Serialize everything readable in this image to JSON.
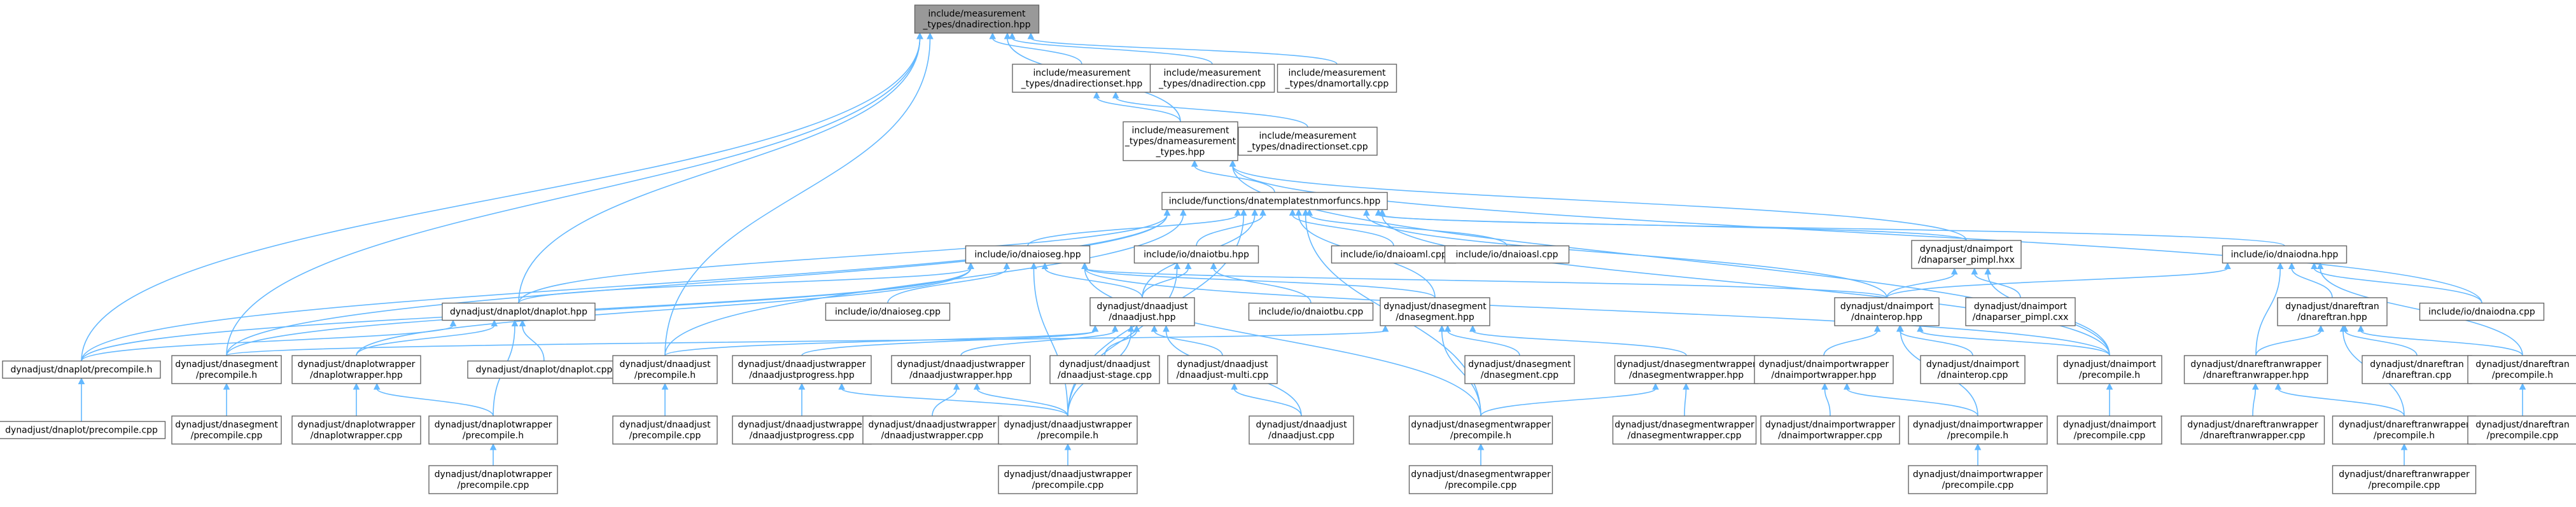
{
  "graph": {
    "colors": {
      "edge": "#63b8ff",
      "root_fill": "#999999",
      "node_fill": "#ffffff",
      "node_border": "#666666"
    },
    "nodes": [
      {
        "id": "root",
        "lines": [
          "include/measurement",
          "_types/dnadirection.hpp"
        ],
        "root": true
      },
      {
        "id": "dirset_hpp",
        "lines": [
          "include/measurement",
          "_types/dnadirectionset.hpp"
        ]
      },
      {
        "id": "dir_cpp",
        "lines": [
          "include/measurement",
          "_types/dnadirection.cpp"
        ]
      },
      {
        "id": "mortally_cpp",
        "lines": [
          "include/measurement",
          "_types/dnamortally.cpp"
        ]
      },
      {
        "id": "meas_types_hpp",
        "lines": [
          "include/measurement",
          "_types/dnameasurement",
          "_types.hpp"
        ]
      },
      {
        "id": "dirset_cpp",
        "lines": [
          "include/measurement",
          "_types/dnadirectionset.cpp"
        ]
      },
      {
        "id": "templates_hpp",
        "lines": [
          "include/functions/dnatemplatestnmorfuncs.hpp"
        ]
      },
      {
        "id": "ioseg_hpp",
        "lines": [
          "include/io/dnaioseg.hpp"
        ]
      },
      {
        "id": "iotbu_hpp",
        "lines": [
          "include/io/dnaiotbu.hpp"
        ]
      },
      {
        "id": "ioaml_cpp",
        "lines": [
          "include/io/dnaioaml.cpp"
        ]
      },
      {
        "id": "ioasl_cpp",
        "lines": [
          "include/io/dnaioasl.cpp"
        ]
      },
      {
        "id": "parser_hxx",
        "lines": [
          "dynadjust/dnaimport",
          "/dnaparser_pimpl.hxx"
        ]
      },
      {
        "id": "ioadna_hpp",
        "lines": [
          "include/io/dnaiodna.hpp"
        ]
      },
      {
        "id": "ioseg_cpp",
        "lines": [
          "include/io/dnaioseg.cpp"
        ]
      },
      {
        "id": "iotbu_cpp",
        "lines": [
          "include/io/dnaiotbu.cpp"
        ]
      },
      {
        "id": "adjust_hpp",
        "lines": [
          "dynadjust/dnaadjust",
          "/dnaadjust.hpp"
        ]
      },
      {
        "id": "segment_hpp",
        "lines": [
          "dynadjust/dnasegment",
          "/dnasegment.hpp"
        ]
      },
      {
        "id": "interop_hpp",
        "lines": [
          "dynadjust/dnaimport",
          "/dnainterop.hpp"
        ]
      },
      {
        "id": "parser_cxx",
        "lines": [
          "dynadjust/dnaimport",
          "/dnaparser_pimpl.cxx"
        ]
      },
      {
        "id": "reftran_hpp",
        "lines": [
          "dynadjust/dnareftran",
          "/dnareftran.hpp"
        ]
      },
      {
        "id": "iodna_cpp",
        "lines": [
          "include/io/dnaiodna.cpp"
        ]
      },
      {
        "id": "plot_hpp",
        "lines": [
          "dynadjust/dnaplot/dnaplot.hpp"
        ]
      },
      {
        "id": "plot_pch_h",
        "lines": [
          "dynadjust/dnaplot/precompile.h"
        ]
      },
      {
        "id": "segment_pch_h",
        "lines": [
          "dynadjust/dnasegment",
          "/precompile.h"
        ]
      },
      {
        "id": "plotwrap_hpp",
        "lines": [
          "dynadjust/dnaplotwrapper",
          "/dnaplotwrapper.hpp"
        ]
      },
      {
        "id": "plot_cpp",
        "lines": [
          "dynadjust/dnaplot/dnaplot.cpp"
        ]
      },
      {
        "id": "adjust_pch_h",
        "lines": [
          "dynadjust/dnaadjust",
          "/precompile.h"
        ]
      },
      {
        "id": "adjwrap_prog_hpp",
        "lines": [
          "dynadjust/dnaadjustwrapper",
          "/dnaadjustprogress.hpp"
        ]
      },
      {
        "id": "adjwrap_hpp",
        "lines": [
          "dynadjust/dnaadjustwrapper",
          "/dnaadjustwrapper.hpp"
        ]
      },
      {
        "id": "adjust_stage_cpp",
        "lines": [
          "dynadjust/dnaadjust",
          "/dnaadjust-stage.cpp"
        ]
      },
      {
        "id": "adjust_multi_cpp",
        "lines": [
          "dynadjust/dnaadjust",
          "/dnaadjust-multi.cpp"
        ]
      },
      {
        "id": "segment_cpp",
        "lines": [
          "dynadjust/dnasegment",
          "/dnasegment.cpp"
        ]
      },
      {
        "id": "segwrap_hpp",
        "lines": [
          "dynadjust/dnasegmentwrapper",
          "/dnasegmentwrapper.hpp"
        ]
      },
      {
        "id": "impwrap_hpp",
        "lines": [
          "dynadjust/dnaimportwrapper",
          "/dnaimportwrapper.hpp"
        ]
      },
      {
        "id": "interop_cpp",
        "lines": [
          "dynadjust/dnaimport",
          "/dnainterop.cpp"
        ]
      },
      {
        "id": "import_pch_h",
        "lines": [
          "dynadjust/dnaimport",
          "/precompile.h"
        ]
      },
      {
        "id": "refwrap_hpp",
        "lines": [
          "dynadjust/dnareftranwrapper",
          "/dnareftranwrapper.hpp"
        ]
      },
      {
        "id": "reftran_cpp",
        "lines": [
          "dynadjust/dnareftran",
          "/dnareftran.cpp"
        ]
      },
      {
        "id": "reftran_pch_h",
        "lines": [
          "dynadjust/dnareftran",
          "/precompile.h"
        ]
      },
      {
        "id": "plot_pch_cpp",
        "lines": [
          "dynadjust/dnaplot/precompile.cpp"
        ]
      },
      {
        "id": "segment_pch_cpp",
        "lines": [
          "dynadjust/dnasegment",
          "/precompile.cpp"
        ]
      },
      {
        "id": "plotwrap_cpp",
        "lines": [
          "dynadjust/dnaplotwrapper",
          "/dnaplotwrapper.cpp"
        ]
      },
      {
        "id": "plotwrap_pch_h",
        "lines": [
          "dynadjust/dnaplotwrapper",
          "/precompile.h"
        ]
      },
      {
        "id": "adjust_pch_cpp",
        "lines": [
          "dynadjust/dnaadjust",
          "/precompile.cpp"
        ]
      },
      {
        "id": "adjwrap_prog_cpp",
        "lines": [
          "dynadjust/dnaadjustwrapper",
          "/dnaadjustprogress.cpp"
        ]
      },
      {
        "id": "adjwrap_cpp",
        "lines": [
          "dynadjust/dnaadjustwrapper",
          "/dnaadjustwrapper.cpp"
        ]
      },
      {
        "id": "adjwrap_pch_h",
        "lines": [
          "dynadjust/dnaadjustwrapper",
          "/precompile.h"
        ]
      },
      {
        "id": "adjust_cpp",
        "lines": [
          "dynadjust/dnaadjust",
          "/dnaadjust.cpp"
        ]
      },
      {
        "id": "segwrap_pch_h",
        "lines": [
          "dynadjust/dnasegmentwrapper",
          "/precompile.h"
        ]
      },
      {
        "id": "segwrap_cpp",
        "lines": [
          "dynadjust/dnasegmentwrapper",
          "/dnasegmentwrapper.cpp"
        ]
      },
      {
        "id": "impwrap_cpp",
        "lines": [
          "dynadjust/dnaimportwrapper",
          "/dnaimportwrapper.cpp"
        ]
      },
      {
        "id": "impwrap_pch_h",
        "lines": [
          "dynadjust/dnaimportwrapper",
          "/precompile.h"
        ]
      },
      {
        "id": "import_pch_cpp",
        "lines": [
          "dynadjust/dnaimport",
          "/precompile.cpp"
        ]
      },
      {
        "id": "refwrap_cpp",
        "lines": [
          "dynadjust/dnareftranwrapper",
          "/dnareftranwrapper.cpp"
        ]
      },
      {
        "id": "refwrap_pch_h",
        "lines": [
          "dynadjust/dnareftranwrapper",
          "/precompile.h"
        ]
      },
      {
        "id": "reftran_pch_cpp",
        "lines": [
          "dynadjust/dnareftran",
          "/precompile.cpp"
        ]
      },
      {
        "id": "plotwrap_pch_cpp",
        "lines": [
          "dynadjust/dnaplotwrapper",
          "/precompile.cpp"
        ]
      },
      {
        "id": "adjwrap_pch_cpp",
        "lines": [
          "dynadjust/dnaadjustwrapper",
          "/precompile.cpp"
        ]
      },
      {
        "id": "segwrap_pch_cpp",
        "lines": [
          "dynadjust/dnasegmentwrapper",
          "/precompile.cpp"
        ]
      },
      {
        "id": "impwrap_pch_cpp",
        "lines": [
          "dynadjust/dnaimportwrapper",
          "/precompile.cpp"
        ]
      },
      {
        "id": "refwrap_pch_cpp",
        "lines": [
          "dynadjust/dnareftranwrapper",
          "/precompile.cpp"
        ]
      }
    ],
    "edges": [
      [
        "dirset_hpp",
        "root"
      ],
      [
        "dir_cpp",
        "root"
      ],
      [
        "mortally_cpp",
        "root"
      ],
      [
        "meas_types_hpp",
        "root"
      ],
      [
        "plot_hpp",
        "root"
      ],
      [
        "plot_pch_h",
        "root"
      ],
      [
        "segment_pch_h",
        "root"
      ],
      [
        "adjust_pch_h",
        "root"
      ],
      [
        "meas_types_hpp",
        "dirset_hpp"
      ],
      [
        "dirset_cpp",
        "dirset_hpp"
      ],
      [
        "templates_hpp",
        "meas_types_hpp"
      ],
      [
        "parser_hxx",
        "meas_types_hpp"
      ],
      [
        "import_pch_h",
        "meas_types_hpp"
      ],
      [
        "iodna_cpp",
        "meas_types_hpp"
      ],
      [
        "ioseg_hpp",
        "templates_hpp"
      ],
      [
        "iotbu_hpp",
        "templates_hpp"
      ],
      [
        "ioaml_cpp",
        "templates_hpp"
      ],
      [
        "ioasl_cpp",
        "templates_hpp"
      ],
      [
        "parser_hxx",
        "templates_hpp"
      ],
      [
        "ioadna_hpp",
        "templates_hpp"
      ],
      [
        "adjust_hpp",
        "templates_hpp"
      ],
      [
        "segment_hpp",
        "templates_hpp"
      ],
      [
        "interop_hpp",
        "templates_hpp"
      ],
      [
        "plot_hpp",
        "templates_hpp"
      ],
      [
        "plot_pch_h",
        "templates_hpp"
      ],
      [
        "segment_pch_h",
        "templates_hpp"
      ],
      [
        "adjust_pch_h",
        "templates_hpp"
      ],
      [
        "import_pch_h",
        "templates_hpp"
      ],
      [
        "adjwrap_pch_h",
        "templates_hpp"
      ],
      [
        "segwrap_pch_h",
        "templates_hpp"
      ],
      [
        "ioseg_cpp",
        "ioseg_hpp"
      ],
      [
        "adjust_hpp",
        "ioseg_hpp"
      ],
      [
        "segment_hpp",
        "ioseg_hpp"
      ],
      [
        "interop_hpp",
        "ioseg_hpp"
      ],
      [
        "plot_hpp",
        "ioseg_hpp"
      ],
      [
        "plot_pch_h",
        "ioseg_hpp"
      ],
      [
        "segment_pch_h",
        "ioseg_hpp"
      ],
      [
        "plotwrap_hpp",
        "ioseg_hpp"
      ],
      [
        "adjwrap_pch_h",
        "ioseg_hpp"
      ],
      [
        "segwrap_pch_h",
        "ioseg_hpp"
      ],
      [
        "import_pch_h",
        "ioseg_hpp"
      ],
      [
        "iotbu_cpp",
        "iotbu_hpp"
      ],
      [
        "adjust_hpp",
        "iotbu_hpp"
      ],
      [
        "adjwrap_pch_h",
        "iotbu_hpp"
      ],
      [
        "interop_hpp",
        "parser_hxx"
      ],
      [
        "parser_cxx",
        "parser_hxx"
      ],
      [
        "import_pch_h",
        "parser_hxx"
      ],
      [
        "iodna_cpp",
        "ioadna_hpp"
      ],
      [
        "interop_hpp",
        "ioadna_hpp"
      ],
      [
        "reftran_hpp",
        "ioadna_hpp"
      ],
      [
        "refwrap_hpp",
        "ioadna_hpp"
      ],
      [
        "reftran_pch_h",
        "ioadna_hpp"
      ],
      [
        "adjust_pch_h",
        "adjust_hpp"
      ],
      [
        "adjwrap_prog_hpp",
        "adjust_hpp"
      ],
      [
        "adjwrap_hpp",
        "adjust_hpp"
      ],
      [
        "adjust_stage_cpp",
        "adjust_hpp"
      ],
      [
        "adjust_multi_cpp",
        "adjust_hpp"
      ],
      [
        "adjust_cpp",
        "adjust_hpp"
      ],
      [
        "adjwrap_pch_h",
        "adjust_hpp"
      ],
      [
        "segment_pch_h",
        "segment_hpp"
      ],
      [
        "segment_cpp",
        "segment_hpp"
      ],
      [
        "segwrap_hpp",
        "segment_hpp"
      ],
      [
        "segwrap_pch_h",
        "segment_hpp"
      ],
      [
        "interop_cpp",
        "interop_hpp"
      ],
      [
        "impwrap_hpp",
        "interop_hpp"
      ],
      [
        "import_pch_h",
        "interop_hpp"
      ],
      [
        "impwrap_pch_h",
        "interop_hpp"
      ],
      [
        "reftran_cpp",
        "reftran_hpp"
      ],
      [
        "refwrap_hpp",
        "reftran_hpp"
      ],
      [
        "reftran_pch_h",
        "reftran_hpp"
      ],
      [
        "refwrap_pch_h",
        "reftran_hpp"
      ],
      [
        "plot_pch_h",
        "plot_hpp"
      ],
      [
        "plot_cpp",
        "plot_hpp"
      ],
      [
        "plotwrap_hpp",
        "plot_hpp"
      ],
      [
        "plotwrap_pch_h",
        "plot_hpp"
      ],
      [
        "plot_pch_cpp",
        "plot_pch_h"
      ],
      [
        "segment_pch_cpp",
        "segment_pch_h"
      ],
      [
        "plotwrap_cpp",
        "plotwrap_hpp"
      ],
      [
        "plotwrap_pch_h",
        "plotwrap_hpp"
      ],
      [
        "adjust_pch_cpp",
        "adjust_pch_h"
      ],
      [
        "adjwrap_prog_cpp",
        "adjwrap_prog_hpp"
      ],
      [
        "adjwrap_pch_h",
        "adjwrap_prog_hpp"
      ],
      [
        "adjwrap_cpp",
        "adjwrap_hpp"
      ],
      [
        "adjwrap_pch_h",
        "adjwrap_hpp"
      ],
      [
        "adjust_cpp",
        "adjust_multi_cpp"
      ],
      [
        "segwrap_cpp",
        "segwrap_hpp"
      ],
      [
        "segwrap_pch_h",
        "segwrap_hpp"
      ],
      [
        "impwrap_cpp",
        "impwrap_hpp"
      ],
      [
        "impwrap_pch_h",
        "impwrap_hpp"
      ],
      [
        "import_pch_cpp",
        "import_pch_h"
      ],
      [
        "refwrap_cpp",
        "refwrap_hpp"
      ],
      [
        "refwrap_pch_h",
        "refwrap_hpp"
      ],
      [
        "reftran_pch_cpp",
        "reftran_pch_h"
      ],
      [
        "plotwrap_pch_cpp",
        "plotwrap_pch_h"
      ],
      [
        "adjwrap_pch_cpp",
        "adjwrap_pch_h"
      ],
      [
        "segwrap_pch_cpp",
        "segwrap_pch_h"
      ],
      [
        "impwrap_pch_cpp",
        "impwrap_pch_h"
      ],
      [
        "refwrap_pch_cpp",
        "refwrap_pch_h"
      ]
    ]
  }
}
